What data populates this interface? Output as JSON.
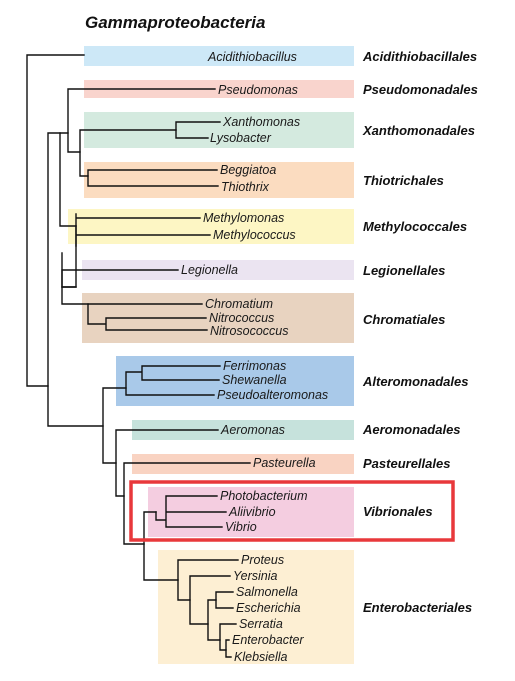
{
  "title": "Gammaproteobacteria",
  "colors": {
    "highlight": "#e8383b",
    "branch": "#111111",
    "acidithiobacillales": "#cde8f7",
    "pseudomonadales": "#f9d4cd",
    "xanthomonadales": "#d4eadf",
    "thiotrichales": "#fbdcc0",
    "methylococcales": "#fdf6c4",
    "legionellales": "#ebe4f1",
    "chromatiales": "#e8d3c0",
    "alteromonadales": "#a9c9e9",
    "aeromonadales": "#c6e2dc",
    "pasteurellales": "#f9d3c2",
    "vibrionales": "#f4cde0",
    "enterobacteriales": "#fdefd3"
  },
  "orders": [
    {
      "id": "acidithiobacillales",
      "name": "Acidithiobacillales",
      "taxa": [
        "Acidithiobacillus"
      ]
    },
    {
      "id": "pseudomonadales",
      "name": "Pseudomonadales",
      "taxa": [
        "Pseudomonas"
      ]
    },
    {
      "id": "xanthomonadales",
      "name": "Xanthomonadales",
      "taxa": [
        "Xanthomonas",
        "Lysobacter"
      ]
    },
    {
      "id": "thiotrichales",
      "name": "Thiotrichales",
      "taxa": [
        "Beggiatoa",
        "Thiothrix"
      ]
    },
    {
      "id": "methylococcales",
      "name": "Methylococcales",
      "taxa": [
        "Methylomonas",
        "Methylococcus"
      ]
    },
    {
      "id": "legionellales",
      "name": "Legionellales",
      "taxa": [
        "Legionella"
      ]
    },
    {
      "id": "chromatiales",
      "name": "Chromatiales",
      "taxa": [
        "Chromatium",
        "Nitrococcus",
        "Nitrosococcus"
      ]
    },
    {
      "id": "alteromonadales",
      "name": "Alteromonadales",
      "taxa": [
        "Ferrimonas",
        "Shewanella",
        "Pseudoalteromonas"
      ]
    },
    {
      "id": "aeromonadales",
      "name": "Aeromonadales",
      "taxa": [
        "Aeromonas"
      ]
    },
    {
      "id": "pasteurellales",
      "name": "Pasteurellales",
      "taxa": [
        "Pasteurella"
      ]
    },
    {
      "id": "vibrionales",
      "name": "Vibrionales",
      "taxa": [
        "Photobacterium",
        "Aliivibrio",
        "Vibrio"
      ],
      "highlighted": true
    },
    {
      "id": "enterobacteriales",
      "name": "Enterobacteriales",
      "taxa": [
        "Proteus",
        "Yersinia",
        "Salmonella",
        "Escherichia",
        "Serratia",
        "Enterobacter",
        "Klebsiella"
      ]
    }
  ]
}
